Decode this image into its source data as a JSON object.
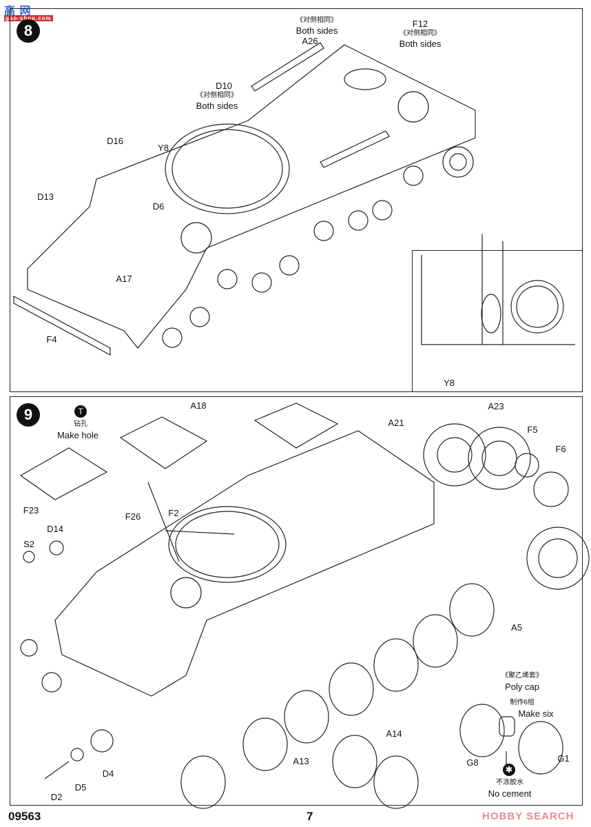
{
  "watermark_top": {
    "text_cn": "高手网",
    "url_text": "gao-shou.com"
  },
  "step8": {
    "number": "8",
    "labels": {
      "both_sides_cn_1": "《对侧相同》",
      "both_sides_1": "Both sides",
      "a26": "A26",
      "f12": "F12",
      "both_sides_cn_2": "《对侧相同》",
      "both_sides_2": "Both sides",
      "d10": "D10",
      "both_sides_cn_3": "《对侧相同》",
      "both_sides_3": "Both sides",
      "d16": "D16",
      "y8": "Y8",
      "d13": "D13",
      "d6": "D6",
      "a17": "A17",
      "f4": "F4",
      "inset_y8": "Y8"
    }
  },
  "step9": {
    "number": "9",
    "labels": {
      "a18": "A18",
      "drill_cn": "钻孔",
      "make_hole": "Make hole",
      "f23": "F23",
      "f26": "F26",
      "f2": "F2",
      "d14": "D14",
      "s2": "S2",
      "a21": "A21",
      "a23": "A23",
      "f5": "F5",
      "f6": "F6",
      "a5": "A5",
      "poly_cap_cn": "《聚乙烯套》",
      "poly_cap": "Poly cap",
      "make_six_cn": "制作6组",
      "make_six": "Make six",
      "g8": "G8",
      "g1": "G1",
      "a13": "A13",
      "a14": "A14",
      "d4": "D4",
      "d5": "D5",
      "d2": "D2",
      "no_cement_cn": "不涂胶水",
      "no_cement": "No cement"
    },
    "icons": [
      "drill-icon",
      "no-cement-icon"
    ]
  },
  "footer": {
    "kit_number": "09563",
    "page_number": "7",
    "watermark": "HOBBY SEARCH"
  },
  "colors": {
    "ink": "#111111",
    "watermark_red": "#e88a8a",
    "watermark_gray": "#9a9a9a"
  }
}
